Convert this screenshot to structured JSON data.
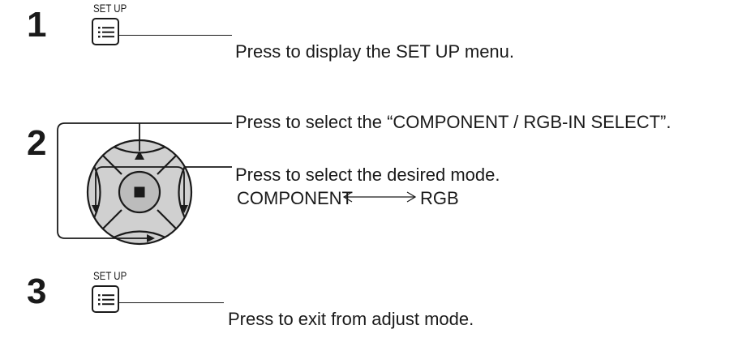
{
  "steps": [
    {
      "number": "1",
      "button_label": "SET UP",
      "instruction": "Press to display the SET UP menu."
    },
    {
      "number": "2",
      "instruction_updown": "Press to select the “COMPONENT / RGB-IN SELECT”.",
      "instruction_leftright": "Press to select the desired mode.",
      "mode_from": "COMPONENT",
      "mode_to": "RGB"
    },
    {
      "number": "3",
      "button_label": "SET UP",
      "instruction": "Press to exit from adjust mode."
    }
  ],
  "icons": {
    "setup_button": "menu-lines-icon",
    "dpad": "dpad-icon",
    "mode_arrow": "double-arrow-icon"
  },
  "colors": {
    "ink": "#1a1a1a",
    "dpad_fill": "#d0d0d0",
    "center_fill": "#bcbcbc"
  }
}
